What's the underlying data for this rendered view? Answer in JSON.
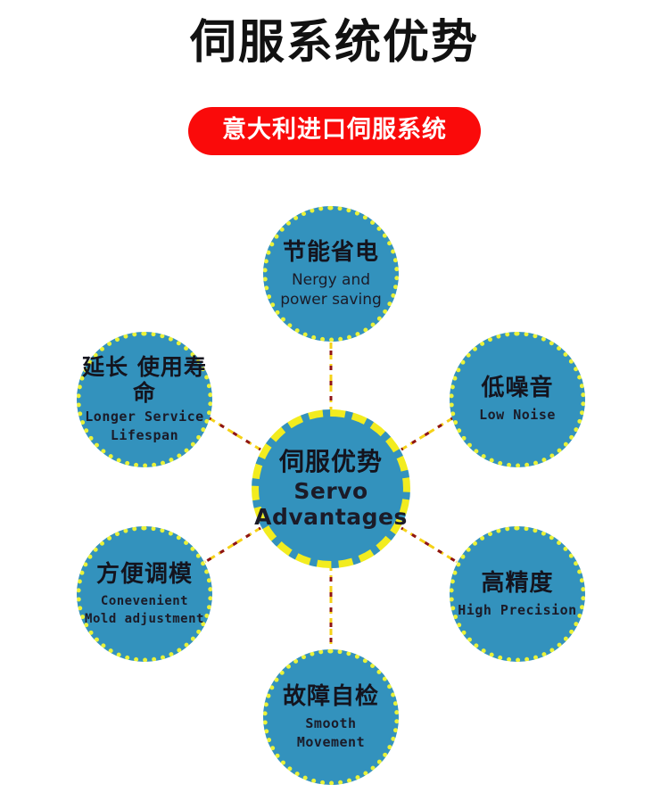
{
  "header": {
    "title": "伺服系统优势",
    "badge_label": "意大利进口伺服系统"
  },
  "colors": {
    "badge_red": "#fa0a0a",
    "circle_fill": "#3392bd",
    "circle_border_yellow": "#e9f23a",
    "center_border_yellow": "#f2ec1f",
    "connector_yellow": "#f5d117",
    "connector_red": "#8f1414",
    "title_black": "#111111",
    "page_background": "#ffffff"
  },
  "diagram": {
    "type": "hub-and-spoke",
    "center": {
      "id": "servo-advantages",
      "cn": "伺服优势",
      "en": "Servo Advantages"
    },
    "nodes": [
      {
        "id": "energy",
        "position": "top",
        "cn": "节能省电",
        "en": "Nergy and power saving"
      },
      {
        "id": "noise",
        "position": "right-upper",
        "cn": "低噪音",
        "en": "Low Noise"
      },
      {
        "id": "precision",
        "position": "right-lower",
        "cn": "高精度",
        "en": "High Precision"
      },
      {
        "id": "fault",
        "position": "bottom",
        "cn": "故障自检",
        "en": "Smooth Movement"
      },
      {
        "id": "mold",
        "position": "left-lower",
        "cn": "方便调模",
        "en": "Conevenient Mold adjustment"
      },
      {
        "id": "lifespan",
        "position": "left-upper",
        "cn": "延长\n使用寿命",
        "en": "Longer Service Lifespan"
      }
    ],
    "connectors": [
      {
        "from": "servo-advantages",
        "to": "energy"
      },
      {
        "from": "servo-advantages",
        "to": "noise"
      },
      {
        "from": "servo-advantages",
        "to": "precision"
      },
      {
        "from": "servo-advantages",
        "to": "fault"
      },
      {
        "from": "servo-advantages",
        "to": "mold"
      },
      {
        "from": "servo-advantages",
        "to": "lifespan"
      }
    ]
  }
}
